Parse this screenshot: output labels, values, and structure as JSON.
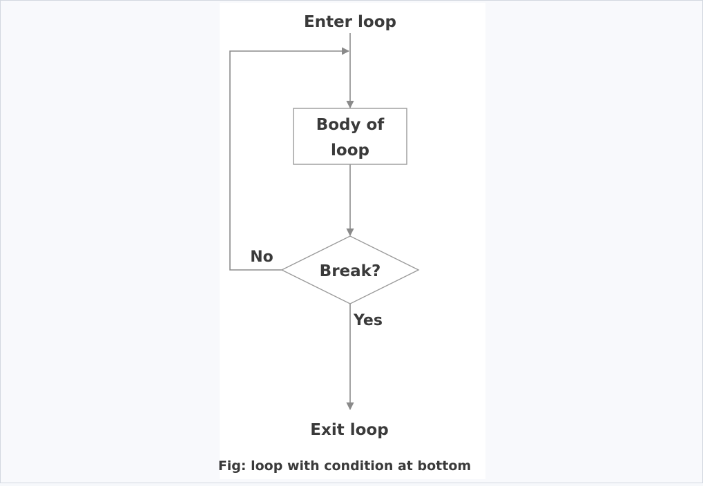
{
  "diagram": {
    "start_label": "Enter loop",
    "process_label_line1": "Body of",
    "process_label_line2": "loop",
    "decision_label": "Break?",
    "no_label": "No",
    "yes_label": "Yes",
    "end_label": "Exit loop",
    "caption": "Fig: loop with condition at bottom"
  },
  "colors": {
    "line": "#8a8a8a",
    "text": "#3a3a3a",
    "background": "#ffffff"
  }
}
